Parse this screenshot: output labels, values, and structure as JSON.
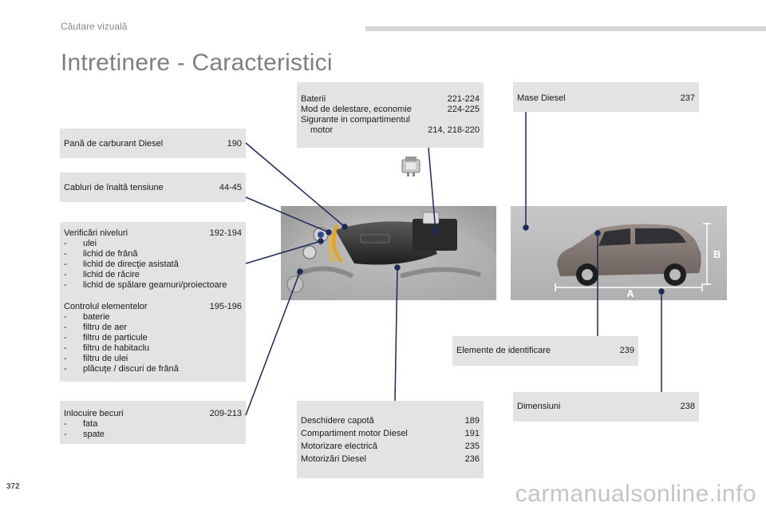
{
  "header": {
    "section": "Căutare vizuală"
  },
  "title": "Intretinere - Caracteristici",
  "boxes": {
    "fuel": {
      "label": "Pană de carburant Diesel",
      "ref": "190"
    },
    "hv": {
      "label": "Cabluri de înaltă tensiune",
      "ref": "44-45"
    },
    "levels": {
      "label": "Verificări niveluri",
      "ref": "192-194",
      "items": [
        "ulei",
        "lichid de frână",
        "lichid de direcţie asistată",
        "lichid de răcire",
        "lichid de spălare geamuri/proiectoare"
      ]
    },
    "control": {
      "label": "Controlul elementelor",
      "ref": "195-196",
      "items": [
        "baterie",
        "filtru de aer",
        "filtru de particule",
        "filtru de habitaclu",
        "filtru de ulei",
        "plăcuţe / discuri de frână"
      ]
    },
    "bulbs": {
      "label": "Inlocuire becuri",
      "ref": "209-213",
      "items": [
        "fata",
        "spate"
      ]
    },
    "battery": {
      "line1_label": "Baterii",
      "line1_ref": "221-224",
      "line2_label": "Mod de delestare, economie",
      "line2_ref": "224-225",
      "line3_label": "Sigurante in compartimentul",
      "line4_label": "motor",
      "line4_ref": "214, 218-220"
    },
    "mass": {
      "label": "Mase Diesel",
      "ref": "237"
    },
    "ident": {
      "label": "Elemente de identificare",
      "ref": "239"
    },
    "dims": {
      "label": "Dimensiuni",
      "ref": "238"
    },
    "bonnet": {
      "lines": [
        {
          "label": "Deschidere capotă",
          "ref": "189"
        },
        {
          "label": "Compartiment motor Diesel",
          "ref": "191"
        },
        {
          "label": "Motorizare electrică",
          "ref": "235"
        },
        {
          "label": "Motorizări Diesel",
          "ref": "236"
        }
      ]
    }
  },
  "photo_labels": {
    "dim_a": "A",
    "dim_b": "B"
  },
  "page_number": "372",
  "watermark": "carmanualsonline.info",
  "colors": {
    "box_bg": "#e3e3e3",
    "leader": "#1c2a55",
    "title": "#7f7f7f"
  }
}
